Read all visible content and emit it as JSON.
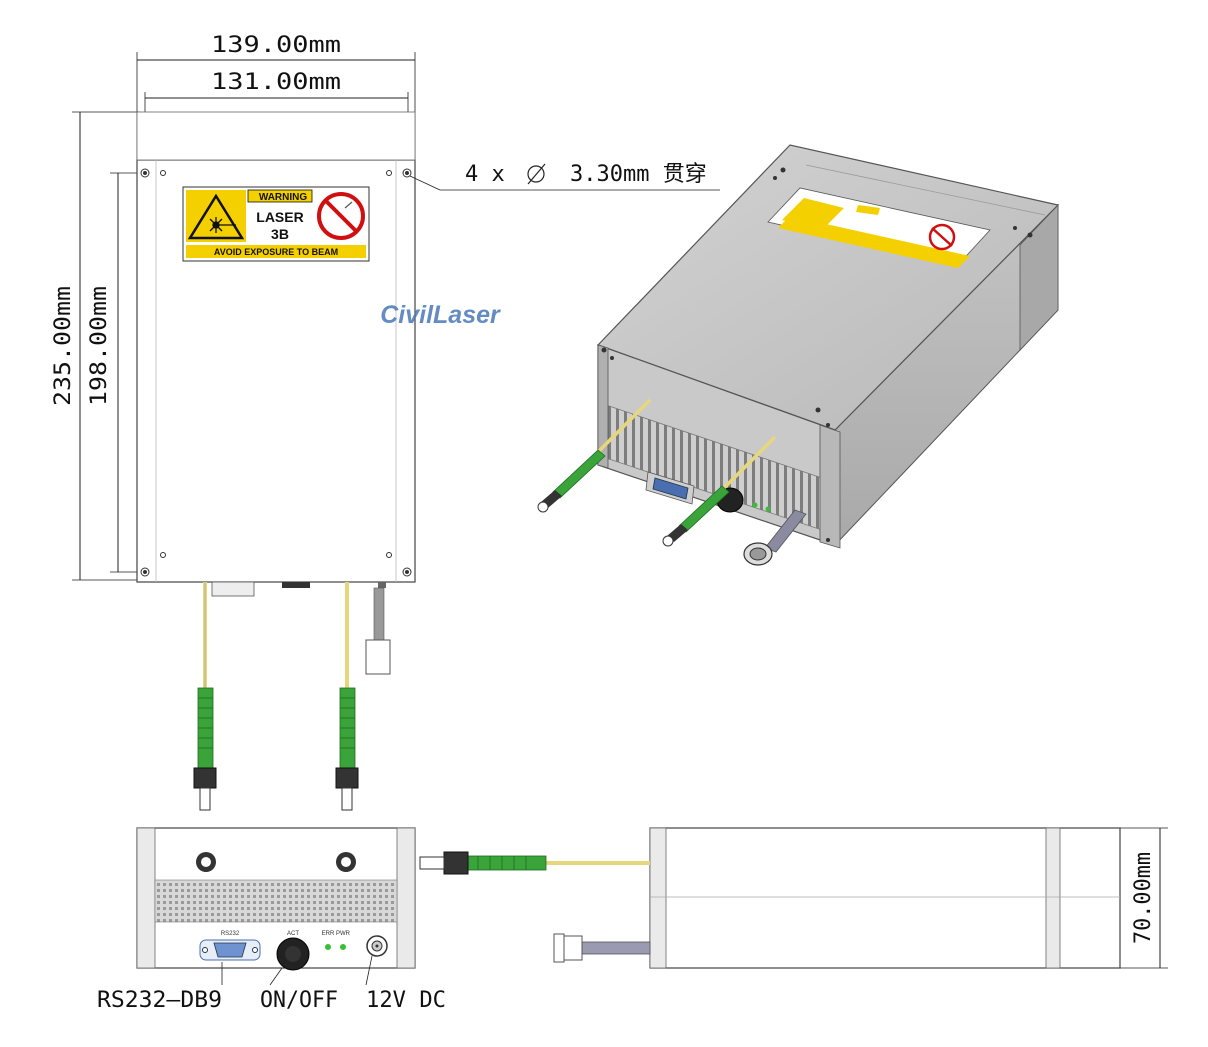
{
  "dimensions": {
    "width_outer": "139.00mm",
    "width_inner": "131.00mm",
    "height_outer": "235.00mm",
    "height_inner": "198.00mm",
    "depth": "70.00mm",
    "holes": "4 x",
    "holes_size": "3.30mm 贯穿"
  },
  "warning_label": {
    "header": "WARNING",
    "line1": "LASER",
    "line2": "3B",
    "footer": "AVOID EXPOSURE TO BEAM"
  },
  "brand": "CivilLaser",
  "panel_labels": {
    "rs232": "RS232",
    "act": "ACT",
    "err": "ERR",
    "pwr": "PWR"
  },
  "callouts": {
    "db9": "RS232—DB9",
    "switch": "ON/OFF",
    "power": "12V DC"
  },
  "colors": {
    "fiber_green": "#3aa33a",
    "fiber_yellow": "#e6d77a",
    "warning_yellow": "#f5d000",
    "brand_blue": "#4a78b8",
    "led_green": "#36c036"
  }
}
